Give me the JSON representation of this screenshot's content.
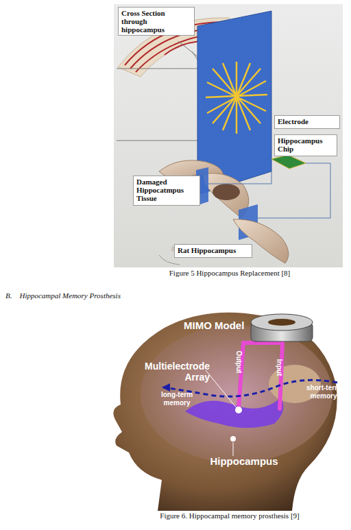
{
  "diagram": {
    "nodes": [
      {
        "text": [
          "Cross Section through hippocampus"
        ]
      },
      {
        "text": [
          "Electrode"
        ]
      },
      {
        "text": [
          "Hippocampus Chip"
        ]
      },
      {
        "text": [
          "Damaged Hippocatmpus Tissue"
        ]
      },
      {
        "text": [
          "Rat Hippocampus"
        ]
      }
    ],
    "labels": [
      "Figure 5 Hippocampus Replacement [8]",
      "B.    Hippocampal Memory Prosthesis",
      "MIMO Model",
      "Output",
      "Input",
      "short-term memory",
      "Multielectrode Array",
      "long-term memory",
      "Hippocampus",
      "Figure 6. Hippocampal memory prosthesis  [9]"
    ]
  }
}
